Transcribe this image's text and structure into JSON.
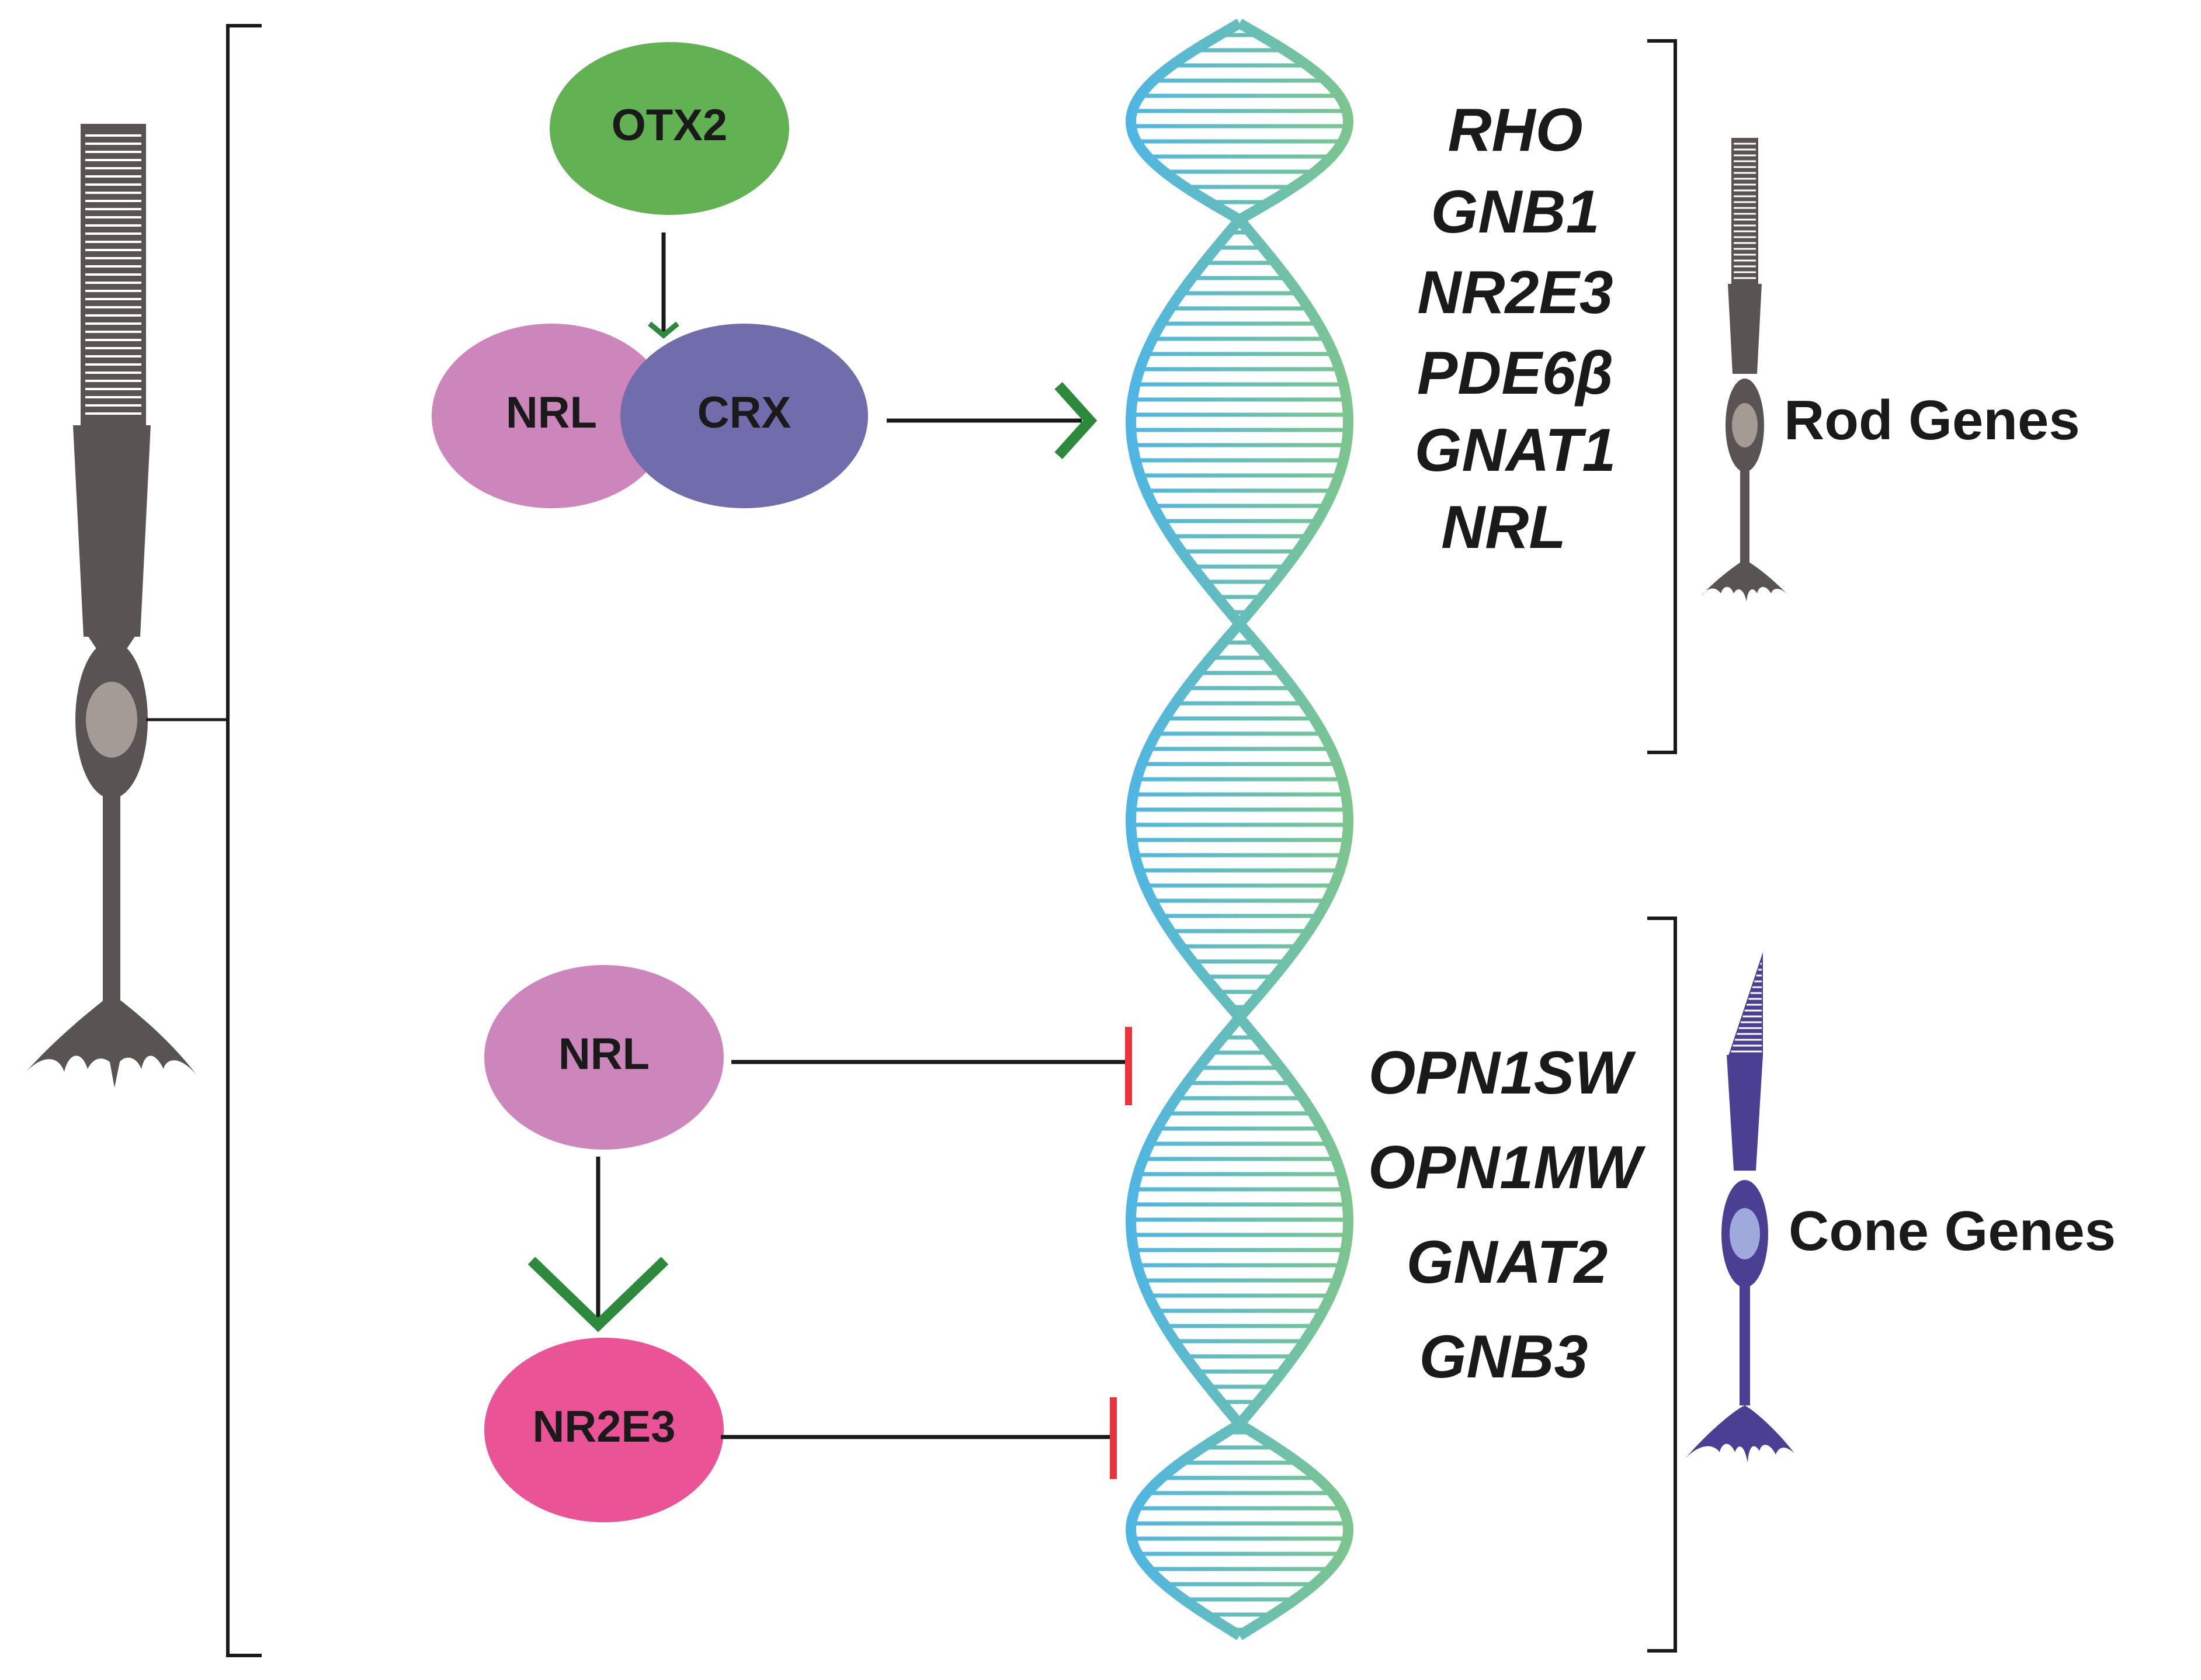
{
  "regulators": {
    "otx2": {
      "label": "OTX2",
      "color": "#62b153"
    },
    "nrl_top": {
      "label": "NRL",
      "color": "#cd86bc"
    },
    "crx": {
      "label": "CRX",
      "color": "#716cab"
    },
    "nrl_bottom": {
      "label": "NRL",
      "color": "#cd86bc"
    },
    "nr2e3": {
      "label": "NR2E3",
      "color": "#eb5397"
    }
  },
  "rod_genes": {
    "label": "Rod Genes",
    "genes": [
      "RHO",
      "GNB1",
      "NR2E3",
      "PDE6β",
      "GNAT1",
      "NRL"
    ]
  },
  "cone_genes": {
    "label": "Cone Genes",
    "genes": [
      "OPN1SW",
      "OPN1MW",
      "GNAT2",
      "GNB3"
    ]
  },
  "colors": {
    "activation": "#2d8a3c",
    "repression": "#e8343a",
    "rod_cell": "#595453",
    "cone_cell": "#4a3f93",
    "dna_start": "#4fb6e3",
    "dna_end": "#7cc58f"
  },
  "icons": {
    "precursor": "photoreceptor-precursor-icon",
    "rod": "rod-cell-icon",
    "cone": "cone-cell-icon",
    "dna": "dna-helix-icon"
  }
}
